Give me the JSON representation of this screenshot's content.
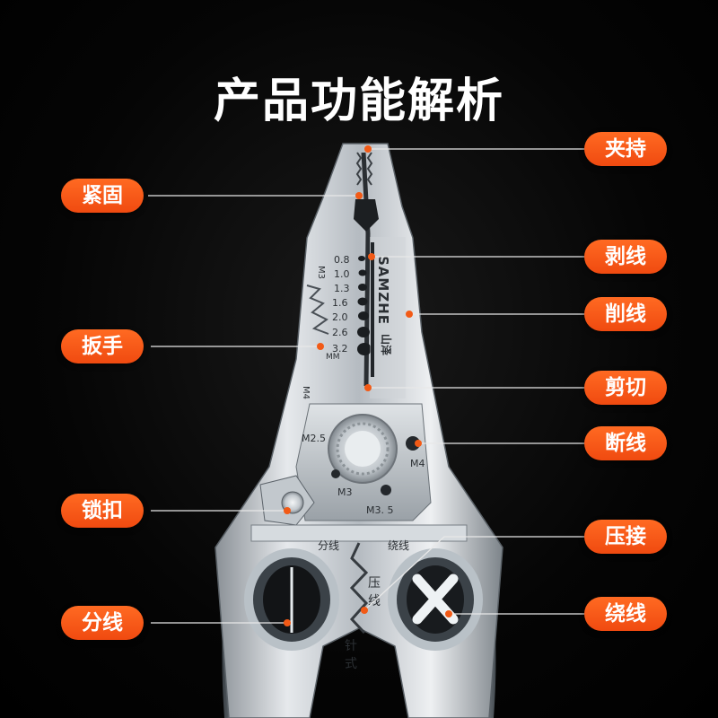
{
  "title": "产品功能解析",
  "features_left": [
    {
      "id": "fasten",
      "label": "紧固"
    },
    {
      "id": "wrench",
      "label": "扳手"
    },
    {
      "id": "lock",
      "label": "锁扣"
    },
    {
      "id": "split",
      "label": "分线"
    }
  ],
  "features_right": [
    {
      "id": "clamp",
      "label": "夹持"
    },
    {
      "id": "strip",
      "label": "剥线"
    },
    {
      "id": "shave",
      "label": "削线"
    },
    {
      "id": "cut",
      "label": "剪切"
    },
    {
      "id": "break",
      "label": "断线"
    },
    {
      "id": "crimp",
      "label": "压接"
    },
    {
      "id": "wind",
      "label": "绕线"
    }
  ],
  "tool": {
    "brand": "SAMZHE",
    "brand_cn": "山泽",
    "gauge_sizes": [
      "0.8",
      "1.0",
      "1.3",
      "1.6",
      "2.0",
      "2.6",
      "3.2",
      "MM"
    ],
    "marks": {
      "m3_top": "M3",
      "m4_side": "M4",
      "m25": "M2.5",
      "m4_right": "M4",
      "m3_bottom": "M3",
      "m35": "M3. 5"
    },
    "handle_text": {
      "split": "分线",
      "wind": "绕线",
      "crimp_1": "压",
      "crimp_2": "线",
      "pin_1": "针",
      "pin_2": "式"
    }
  },
  "colors": {
    "accent": "#f25a16",
    "background": "#000000",
    "metal": "#c9ced3"
  }
}
